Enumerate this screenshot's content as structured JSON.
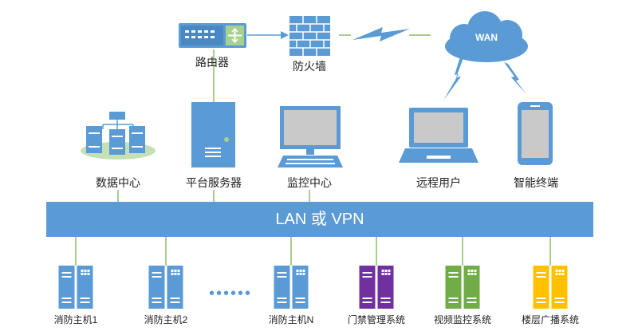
{
  "bus": {
    "label": "LAN 或 VPN"
  },
  "wan": {
    "label": "WAN"
  },
  "top_devices": [
    {
      "name": "router",
      "label": "路由器"
    },
    {
      "name": "firewall",
      "label": "防火墙"
    }
  ],
  "mid_devices": [
    {
      "name": "data-center",
      "label": "数据中心"
    },
    {
      "name": "platform-server",
      "label": "平台服务器"
    },
    {
      "name": "monitoring-center",
      "label": "监控中心"
    },
    {
      "name": "remote-user",
      "label": "远程用户"
    },
    {
      "name": "smart-terminal",
      "label": "智能终端"
    }
  ],
  "bottom_devices": [
    {
      "name": "fire-host-1",
      "label": "消防主机1",
      "color": "#5b9bd5"
    },
    {
      "name": "fire-host-2",
      "label": "消防主机2",
      "color": "#5b9bd5"
    },
    {
      "name": "fire-host-n",
      "label": "消防主机N",
      "color": "#5b9bd5"
    },
    {
      "name": "access-control-system",
      "label": "门禁管理系统",
      "color": "#7030a0"
    },
    {
      "name": "video-surveillance-system",
      "label": "视频监控系统",
      "color": "#70ad47"
    },
    {
      "name": "floor-broadcast-system",
      "label": "楼层广播系统",
      "color": "#ffc000"
    }
  ],
  "ellipsis": "••••••",
  "colors": {
    "primary": "#5b9bd5",
    "link": "#70ad47",
    "screen": "#c9c9c9",
    "bus": "#5b9bd5"
  }
}
